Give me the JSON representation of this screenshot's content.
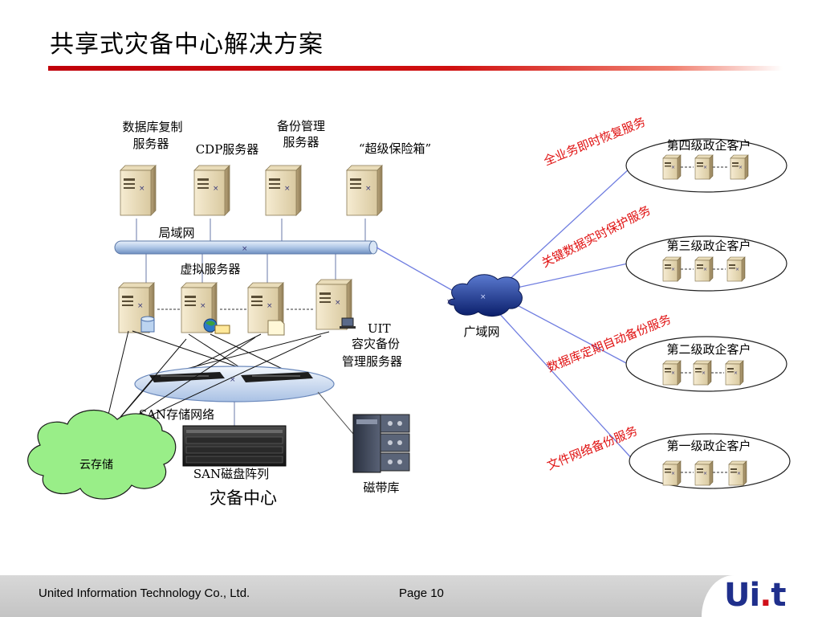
{
  "slide": {
    "title": "共享式灾备中心解决方案"
  },
  "diagram": {
    "servers_top": [
      {
        "label_line1": "数据库复制",
        "label_line2": "服务器"
      },
      {
        "label_line1": "CDP服务器",
        "label_line2": ""
      },
      {
        "label_line1": "备份管理",
        "label_line2": "服务器"
      },
      {
        "label_line1": "“超级保险箱”",
        "label_line2": ""
      }
    ],
    "lan_label": "局域网",
    "virtual_label": "虚拟服务器",
    "uit_label": {
      "line1": "UIT",
      "line2": "容灾备份",
      "line3": "管理服务器"
    },
    "san_network_label": "SAN存储网络",
    "disk_array_label": "SAN磁盘阵列",
    "dr_center_label": "灾备中心",
    "tape_label": "磁带库",
    "cloud_storage_label": "云存储",
    "wan_label": "广域网",
    "services": [
      "全业务即时恢复服务",
      "关键数据实时保护服务",
      "数据库定期自动备份服务",
      "文件网络备份服务"
    ],
    "clients": [
      "第四级政企客户",
      "第三级政企客户",
      "第二级政企客户",
      "第一级政企客户"
    ]
  },
  "footer": {
    "company": "United Information Technology Co., Ltd.",
    "page": "Page 10",
    "logo_main": "Ui",
    "logo_end": "t",
    "logo_dot": "."
  },
  "colors": {
    "accent": "#c0000a",
    "service_text": "#e01010",
    "logo": "#1f2f8c",
    "cloud_fill": "#99ee88"
  }
}
